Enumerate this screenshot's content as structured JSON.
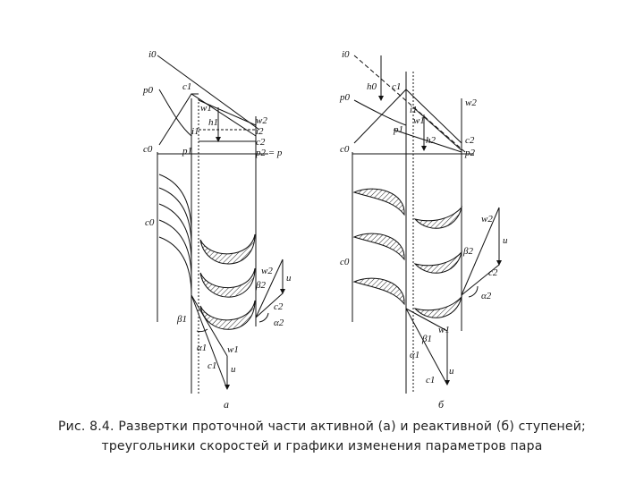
{
  "panel_a": {
    "labels": [
      "i0",
      "p0",
      "c1",
      "w1",
      "h1",
      "w2",
      "i1",
      "i2",
      "c2",
      "c0",
      "p1",
      "p2 = p",
      "c0",
      "w2",
      "u",
      "β2",
      "c2",
      "α2",
      "β1",
      "α1",
      "w1",
      "c1",
      "u"
    ],
    "panel_letter": "a"
  },
  "panel_b": {
    "labels": [
      "i0",
      "h0",
      "c1",
      "p0",
      "w2",
      "i1",
      "w1",
      "h2",
      "p1",
      "c2",
      "p2",
      "c0",
      "w2",
      "u",
      "c0",
      "β2",
      "c2",
      "α2",
      "w1",
      "β1",
      "α1",
      "u",
      "c1"
    ],
    "panel_letter": "б"
  },
  "caption": {
    "line1": "Рис. 8.4. Развертки проточной части активной (а) и реактивной (б) ступеней;",
    "line2": "треугольники скоростей и графики изменения параметров пара"
  }
}
